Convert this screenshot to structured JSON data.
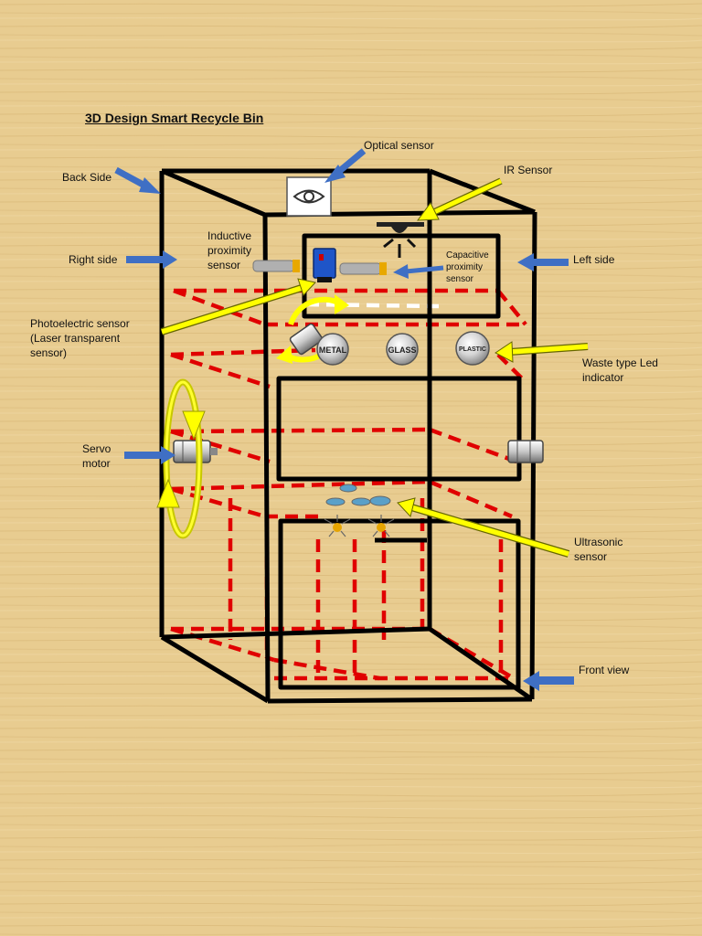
{
  "title": "3D Design Smart Recycle Bin",
  "labels": {
    "optical_sensor": "Optical sensor",
    "ir_sensor": "IR Sensor",
    "back_side": "Back Side",
    "right_side": "Right side",
    "left_side": "Left side",
    "inductive_sensor": [
      "Inductive",
      "proximity",
      "sensor"
    ],
    "capacitive_sensor": [
      "Capacitive",
      "proximity",
      "sensor"
    ],
    "photoelectric_sensor": [
      "Photoelectric sensor",
      "(Laser transparent",
      "sensor)"
    ],
    "waste_led_indicator": [
      "Waste type Led",
      "indicator"
    ],
    "servo_motor": [
      "Servo",
      "motor"
    ],
    "ultrasonic_sensor": [
      "Ultrasonic",
      "sensor"
    ],
    "front_view": "Front view"
  },
  "leds": [
    "METAL",
    "GLASS",
    "PLASTIC"
  ],
  "colors": {
    "background": "#e8cc90",
    "frame": "#000000",
    "dashed_lines": "#e00000",
    "blue_arrow": "#3f6fc4",
    "yellow_arrow": "#ffff00"
  }
}
